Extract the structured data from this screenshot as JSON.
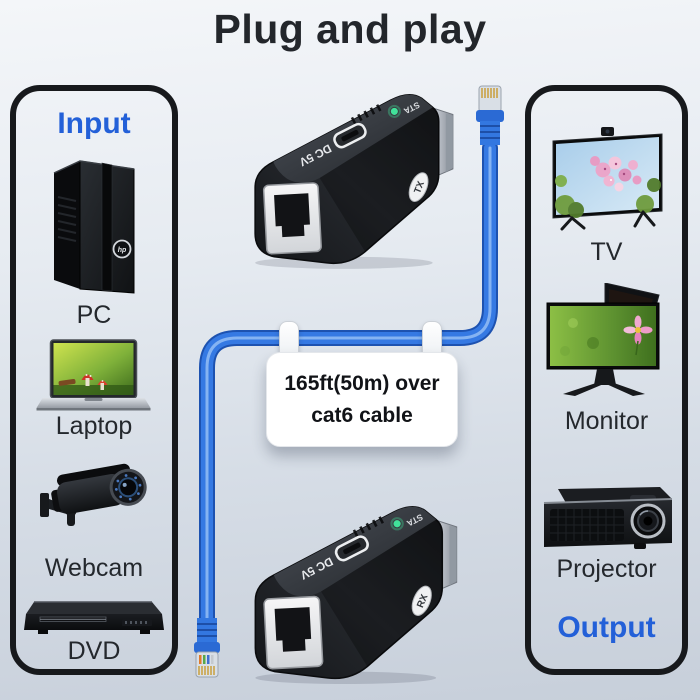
{
  "title": "Plug and play",
  "colors": {
    "accent_blue": "#2360d8",
    "cable_blue": "#3579e3",
    "panel_border": "#17191c",
    "text_dark": "#24282d"
  },
  "input_panel": {
    "heading": "Input",
    "pc_logo": "hp",
    "items": [
      {
        "label": "PC",
        "icon": "pc-tower-icon"
      },
      {
        "label": "Laptop",
        "icon": "laptop-icon"
      },
      {
        "label": "Webcam",
        "icon": "webcam-icon"
      },
      {
        "label": "DVD",
        "icon": "dvd-player-icon"
      }
    ]
  },
  "output_panel": {
    "heading": "Output",
    "items": [
      {
        "label": "TV",
        "icon": "tv-icon"
      },
      {
        "label": "Monitor",
        "icon": "monitor-icon"
      },
      {
        "label": "Projector",
        "icon": "projector-icon"
      }
    ]
  },
  "cable_tag": {
    "line1": "165ft(50m) over",
    "line2": "cat6 cable"
  },
  "extenders": {
    "transmitter": {
      "side_label": "TX",
      "power_label": "DC 5V",
      "status_label": "STA"
    },
    "receiver": {
      "side_label": "RX",
      "power_label": "DC 5V",
      "status_label": "STA"
    }
  }
}
